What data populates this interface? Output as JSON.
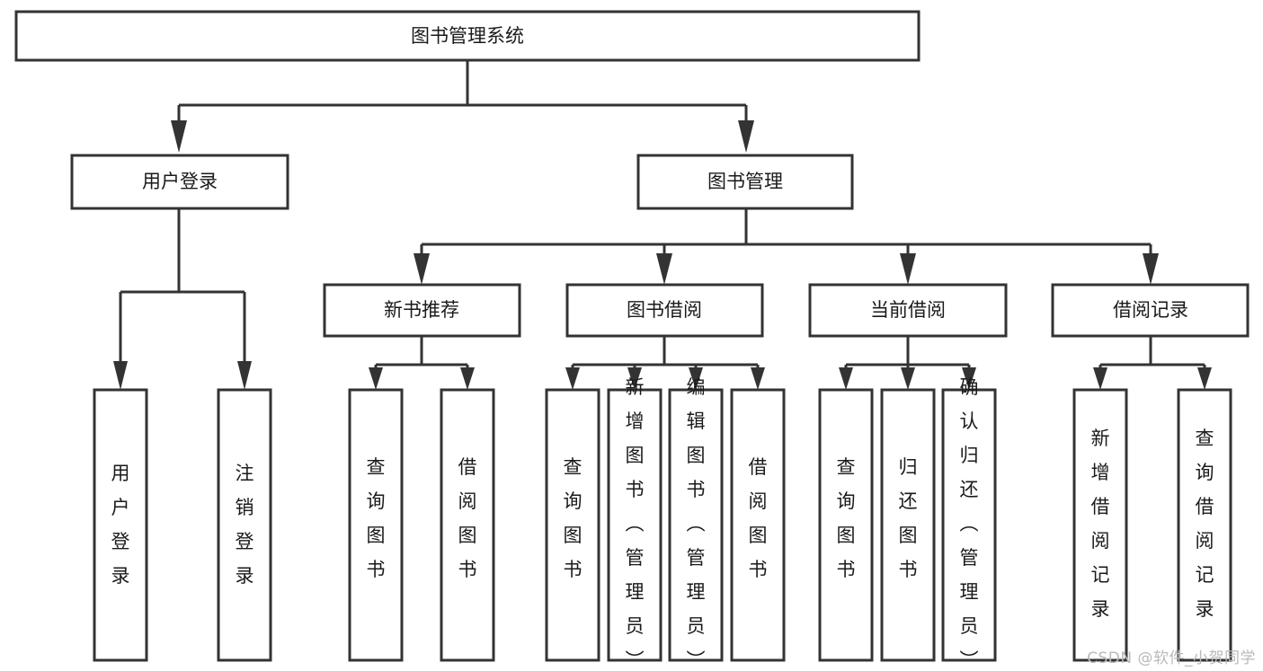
{
  "diagram": {
    "type": "tree-hierarchy",
    "title": "图书管理系统",
    "orientation": "top-down",
    "colors": {
      "box_fill": "#ffffff",
      "box_stroke": "#333333",
      "text": "#1a1a1a",
      "watermark": "#b9b9b9",
      "background": "#ffffff"
    },
    "root": {
      "label": "图书管理系统"
    },
    "level2": [
      {
        "label": "用户登录"
      },
      {
        "label": "图书管理"
      }
    ],
    "level3": [
      {
        "label": "新书推荐"
      },
      {
        "label": "图书借阅"
      },
      {
        "label": "当前借阅"
      },
      {
        "label": "借阅记录"
      }
    ],
    "leaves": {
      "user_login": [
        {
          "label": "用户登录"
        },
        {
          "label": "注销登录"
        }
      ],
      "new_book_recommend": [
        {
          "label": "查询图书"
        },
        {
          "label": "借阅图书"
        }
      ],
      "book_borrow": [
        {
          "label": "查询图书"
        },
        {
          "label": "新增图书（管理员）"
        },
        {
          "label": "编辑图书（管理员）"
        },
        {
          "label": "借阅图书"
        }
      ],
      "current_borrow": [
        {
          "label": "查询图书"
        },
        {
          "label": "归还图书"
        },
        {
          "label": "确认归还（管理员）"
        }
      ],
      "borrow_record": [
        {
          "label": "新增借阅记录"
        },
        {
          "label": "查询借阅记录"
        }
      ]
    }
  },
  "watermark": {
    "text": "CSDN @软件_小贺同学"
  }
}
